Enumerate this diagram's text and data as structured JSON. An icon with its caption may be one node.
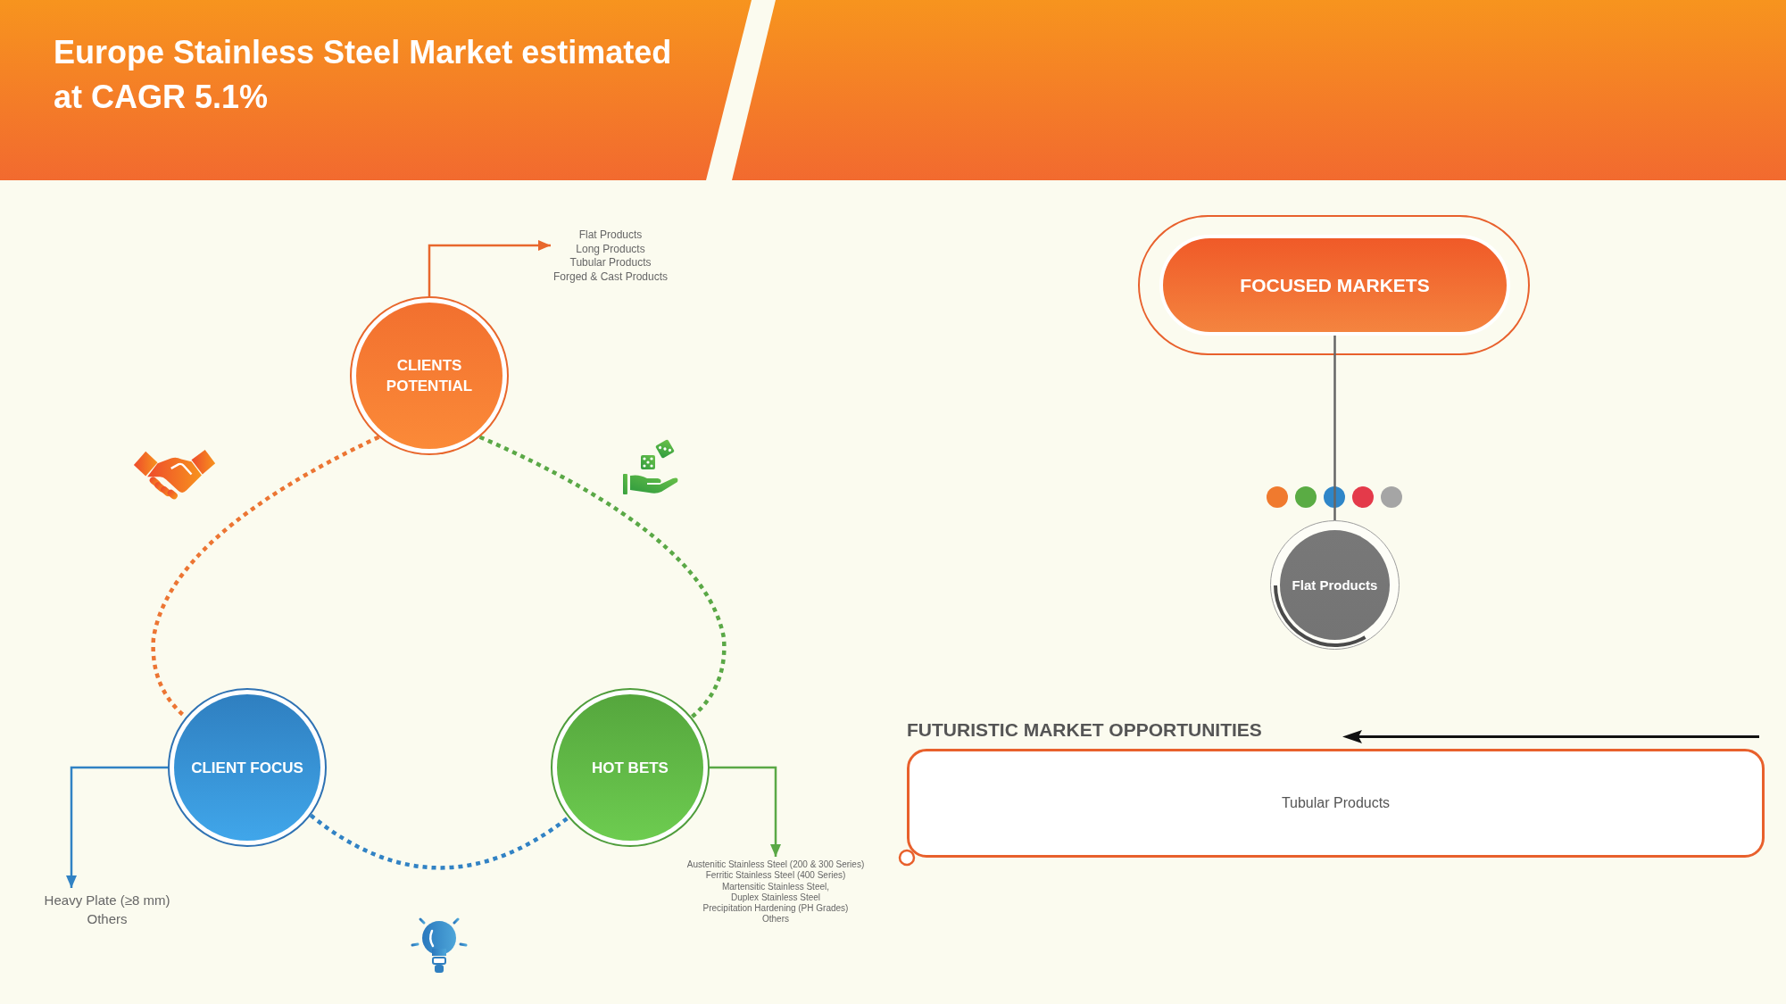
{
  "diagram": {
    "title": "Europe Stainless Steel Market estimated at CAGR 5.1%",
    "nodes": [
      {
        "text": [
          "CLIENTS POTENTIAL"
        ]
      },
      {
        "text": [
          "Flat Products",
          "Long Products",
          "Tubular Products",
          "Forged & Cast Products"
        ]
      },
      {
        "text": [
          "FOCUSED MARKETS"
        ]
      },
      {
        "text": [
          "Flat Products"
        ]
      },
      {
        "text": [
          "CLIENT FOCUS"
        ]
      },
      {
        "text": [
          "HOT BETS"
        ]
      },
      {
        "text": [
          "FUTURISTIC MARKET OPPORTUNITIES",
          "Tubular Products"
        ]
      },
      {
        "text": [
          "Heavy Plate (≥8 mm)",
          "Others"
        ]
      },
      {
        "text": [
          "Austenitic Stainless Steel (200 & 300 Series)",
          "Ferritic Stainless Steel (400 Series)",
          "Martensitic Stainless Steel,",
          "Duplex Stainless Steel",
          "Precipitation Hardening (PH Grades)",
          "Others"
        ]
      }
    ],
    "edges": [
      {
        "from": 0,
        "to": 1,
        "arrow": "to",
        "color": "#e8672c"
      },
      {
        "from": 0,
        "to": 4,
        "arrow": "none",
        "style": "dashed",
        "color": "#ec7533"
      },
      {
        "from": 0,
        "to": 5,
        "arrow": "none",
        "style": "dashed",
        "color": "#5aa846"
      },
      {
        "from": 4,
        "to": 5,
        "arrow": "none",
        "style": "dashed",
        "color": "#3182c4"
      },
      {
        "from": 4,
        "to": 7,
        "arrow": "to",
        "color": "#3182c4"
      },
      {
        "from": 5,
        "to": 8,
        "arrow": "to",
        "color": "#5aa846"
      },
      {
        "from": 2,
        "to": 3,
        "arrow": "none"
      }
    ]
  }
}
